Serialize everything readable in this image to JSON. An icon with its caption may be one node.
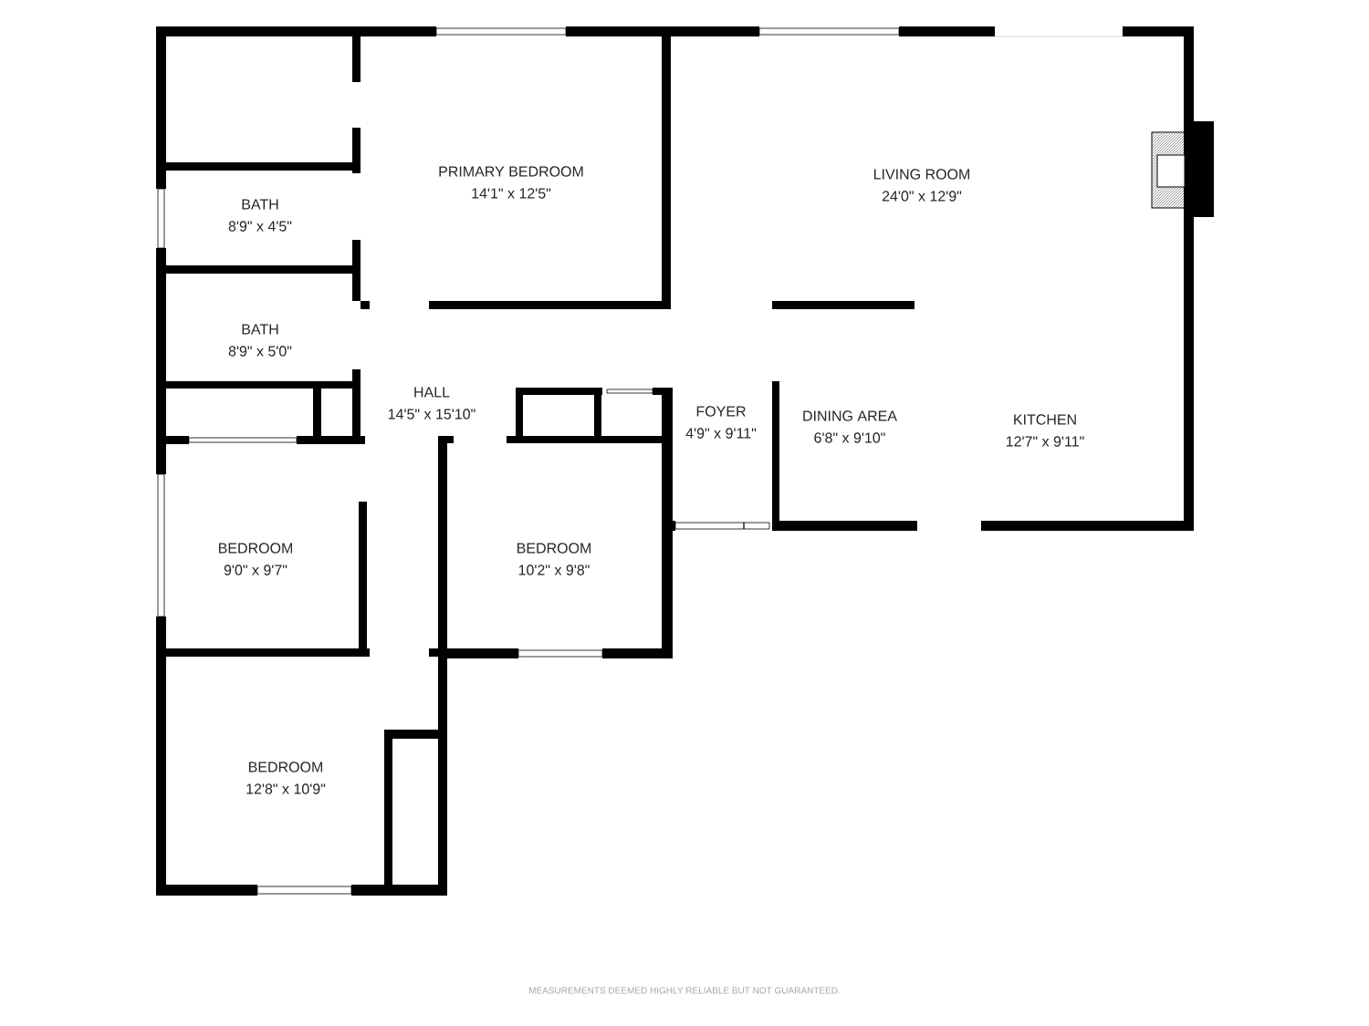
{
  "diagram": {
    "labels": [
      "PRIMARY BEDROOM",
      "14'1\" x 12'5\"",
      "LIVING ROOM",
      "24'0\" x 12'9\"",
      "BATH",
      "8'9\" x 4'5\"",
      "BATH",
      "8'9\" x 5'0\"",
      "HALL",
      "14'5\" x 15'10\"",
      "FOYER",
      "4'9\" x 9'11\"",
      "DINING AREA",
      "6'8\" x 9'10\"",
      "KITCHEN",
      "12'7\" x 9'11\"",
      "BEDROOM",
      "9'0\" x 9'7\"",
      "BEDROOM",
      "10'2\" x 9'8\"",
      "BEDROOM",
      "12'8\" x 10'9\"",
      "MEASUREMENTS DEEMED HIGHLY RELIABLE BUT NOT GUARANTEED."
    ]
  }
}
